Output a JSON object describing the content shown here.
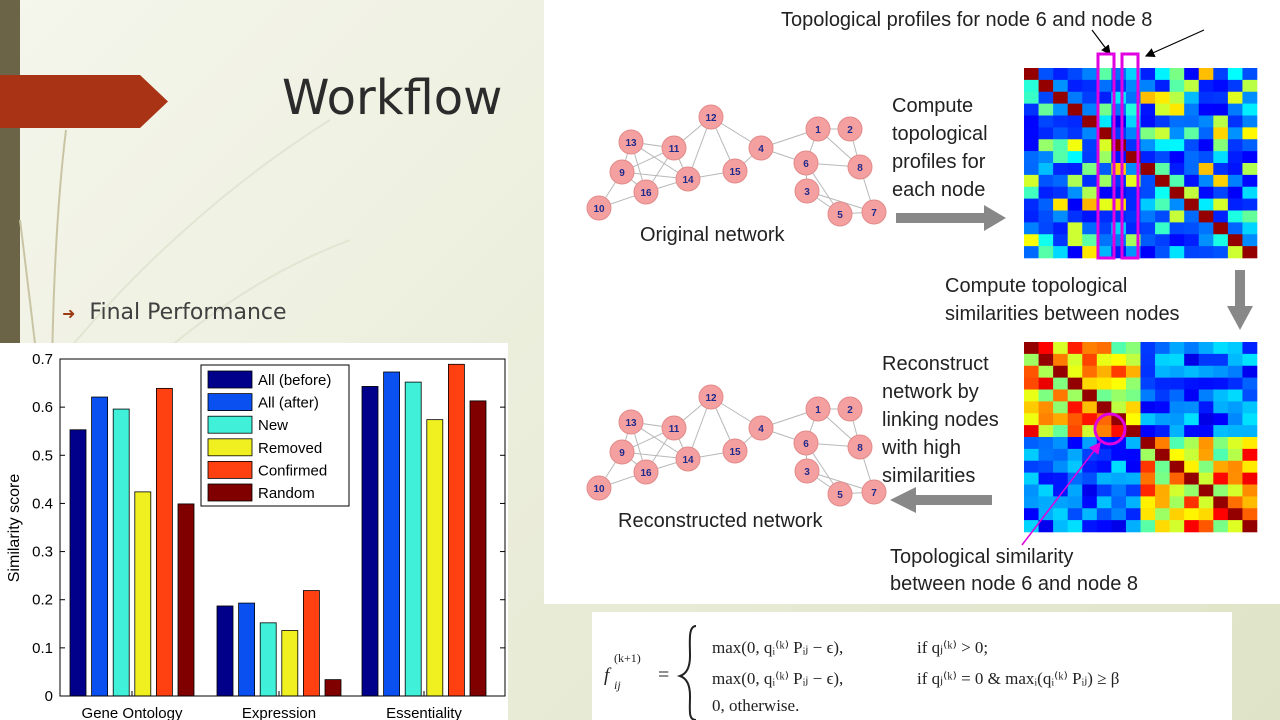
{
  "slide": {
    "title": "Workflow",
    "bullet": "Final Performance"
  },
  "workflow": {
    "header": "Topological profiles for node 6 and node 8",
    "compute_profiles": [
      "Compute",
      "topological",
      "profiles for",
      "each node"
    ],
    "original_label": "Original network",
    "compute_similarities": [
      "Compute topological",
      "similarities between nodes"
    ],
    "reconstruct": [
      "Reconstruct",
      "network by",
      "linking nodes",
      "with high",
      "similarities"
    ],
    "reconstructed_label": "Reconstructed network",
    "similarity_note": [
      "Topological similarity",
      "between node 6 and node 8"
    ],
    "node_ids": [
      "1",
      "2",
      "3",
      "4",
      "5",
      "6",
      "7",
      "8",
      "9",
      "10",
      "11",
      "12",
      "13",
      "14",
      "15",
      "16"
    ]
  },
  "formula": {
    "lhs": "f",
    "lhs_sub": "ij",
    "lhs_sup": "(k+1)",
    "lines": [
      {
        "expr": "max(0, qᵢ⁽ᵏ⁾ Pᵢⱼ − ϵ),",
        "cond": "if   qⱼ⁽ᵏ⁾ > 0;"
      },
      {
        "expr": "max(0, qᵢ⁽ᵏ⁾ Pᵢⱼ − ϵ),",
        "cond": "if   qⱼ⁽ᵏ⁾ = 0  &  maxᵢ(qᵢ⁽ᵏ⁾ Pᵢⱼ) ≥ β"
      },
      {
        "expr": "0,    otherwise.",
        "cond": ""
      }
    ]
  },
  "colors": {
    "accent": "#a83415",
    "magenta": "#e000e0",
    "heat_low": "#00008f",
    "heat_high": "#800000"
  },
  "chart_data": {
    "type": "bar",
    "title": "",
    "xlabel": "",
    "ylabel": "Similarity score",
    "ylim": [
      0,
      0.7
    ],
    "yticks": [
      "0",
      "0.1",
      "0.2",
      "0.3",
      "0.4",
      "0.5",
      "0.6",
      "0.7"
    ],
    "categories": [
      "Gene Ontology",
      "Expression",
      "Essentiality"
    ],
    "legend_position": "top-right",
    "series": [
      {
        "name": "All (before)",
        "color": "#00008b",
        "values": [
          0.553,
          0.187,
          0.643
        ]
      },
      {
        "name": "All (after)",
        "color": "#0a50f0",
        "values": [
          0.621,
          0.193,
          0.673
        ]
      },
      {
        "name": "New",
        "color": "#40f0d8",
        "values": [
          0.596,
          0.152,
          0.652
        ]
      },
      {
        "name": "Removed",
        "color": "#f0f020",
        "values": [
          0.424,
          0.136,
          0.574
        ]
      },
      {
        "name": "Confirmed",
        "color": "#ff4010",
        "values": [
          0.639,
          0.219,
          0.689
        ]
      },
      {
        "name": "Random",
        "color": "#800000",
        "values": [
          0.399,
          0.034,
          0.613
        ]
      }
    ]
  }
}
